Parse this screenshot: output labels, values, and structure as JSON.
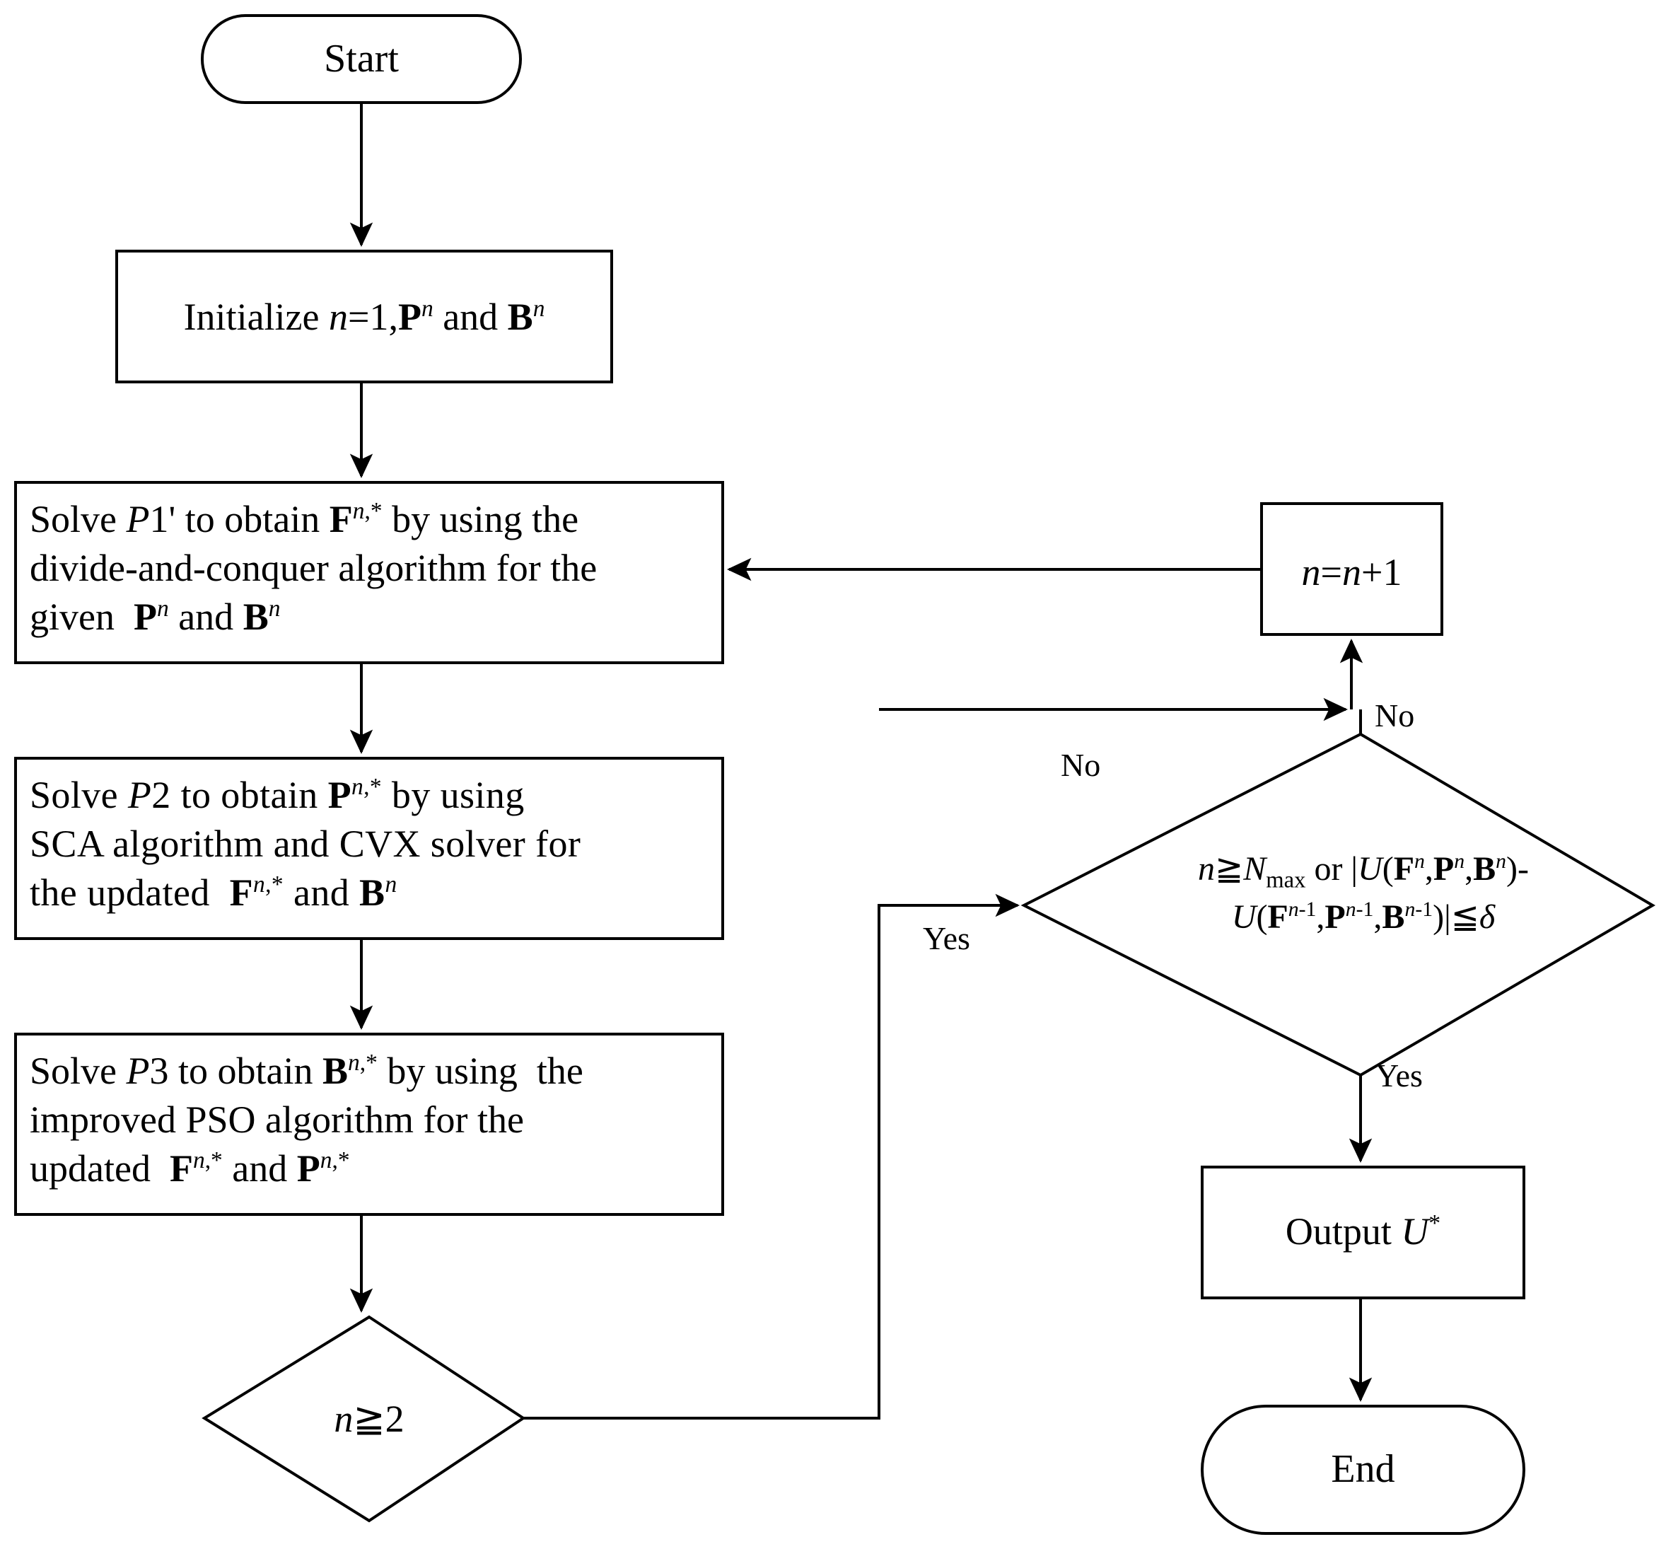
{
  "diagram": {
    "type": "flowchart",
    "title": "Algorithm flowchart for alternating optimization of P1', P2 and P3",
    "background": "#ffffff",
    "stroke": "#000000",
    "fill": "#ffffff"
  },
  "nodes": {
    "start": {
      "shape": "terminator",
      "label": "Start"
    },
    "initialize": {
      "shape": "process",
      "text": "Initialize n=1,P^n and B^n",
      "plain": "Initialize n=1, P^n and B^n"
    },
    "solve_p1": {
      "shape": "process",
      "line1": "Solve P1' to obtain F^{n,*} by using the",
      "line2": "divide-and-conquer algorithm for the",
      "line3": "given  P^n and B^n"
    },
    "solve_p2": {
      "shape": "process",
      "line1": "Solve  P2 to obtain  P^{n,*} by using",
      "line2": "SCA algorithm and CVX solver for",
      "line3": "the updated  F^{n,*} and B^n"
    },
    "solve_p3": {
      "shape": "process",
      "line1": "Solve P3 to obtain B^{n,*} by using  the",
      "line2": "improved PSO algorithm for the",
      "line3": "updated  F^{n,*} and P^{n,*}"
    },
    "decision_n2": {
      "shape": "decision",
      "text": "n≧2"
    },
    "decision_converge": {
      "shape": "decision",
      "line1": "n≧N_max or |U(F^n,P^n,B^n)-",
      "line2": "U(F^{n-1},P^{n-1},B^{n-1})|≦δ"
    },
    "increment": {
      "shape": "process",
      "text": "n=n+1"
    },
    "output": {
      "shape": "process",
      "text": "Output U^*"
    },
    "end": {
      "shape": "terminator",
      "label": "End"
    }
  },
  "edge_labels": {
    "no_upper": "No",
    "no_left": "No",
    "yes_left": "Yes",
    "yes_down": "Yes"
  },
  "edges": [
    {
      "from": "start",
      "to": "initialize",
      "label": ""
    },
    {
      "from": "initialize",
      "to": "solve_p1",
      "label": ""
    },
    {
      "from": "solve_p1",
      "to": "solve_p2",
      "label": ""
    },
    {
      "from": "solve_p2",
      "to": "solve_p3",
      "label": ""
    },
    {
      "from": "solve_p3",
      "to": "decision_n2",
      "label": ""
    },
    {
      "from": "decision_n2",
      "to": "decision_converge",
      "label": "Yes"
    },
    {
      "from": "decision_n2",
      "to": "increment",
      "label": "No"
    },
    {
      "from": "decision_converge",
      "to": "increment",
      "label": "No"
    },
    {
      "from": "decision_converge",
      "to": "output",
      "label": "Yes"
    },
    {
      "from": "increment",
      "to": "solve_p1",
      "label": ""
    },
    {
      "from": "output",
      "to": "end",
      "label": ""
    }
  ]
}
